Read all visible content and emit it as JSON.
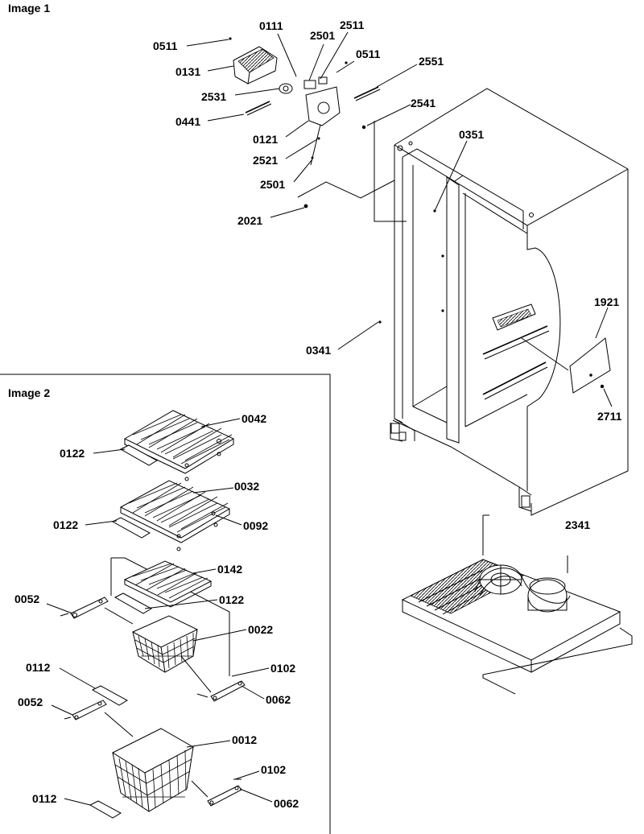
{
  "panels": [
    {
      "id": "image-1",
      "title": "Image 1"
    },
    {
      "id": "image-2",
      "title": "Image 2"
    }
  ],
  "callouts_image1": [
    {
      "id": "c-0511a",
      "text": "0511"
    },
    {
      "id": "c-0111",
      "text": "0111"
    },
    {
      "id": "c-2501a",
      "text": "2501"
    },
    {
      "id": "c-2511",
      "text": "2511"
    },
    {
      "id": "c-0511b",
      "text": "0511"
    },
    {
      "id": "c-2551",
      "text": "2551"
    },
    {
      "id": "c-0131",
      "text": "0131"
    },
    {
      "id": "c-2531",
      "text": "2531"
    },
    {
      "id": "c-2541",
      "text": "2541"
    },
    {
      "id": "c-0441",
      "text": "0441"
    },
    {
      "id": "c-0121",
      "text": "0121"
    },
    {
      "id": "c-0351",
      "text": "0351"
    },
    {
      "id": "c-2521",
      "text": "2521"
    },
    {
      "id": "c-2501b",
      "text": "2501"
    },
    {
      "id": "c-2021",
      "text": "2021"
    },
    {
      "id": "c-0341",
      "text": "0341"
    },
    {
      "id": "c-1921",
      "text": "1921"
    },
    {
      "id": "c-2711",
      "text": "2711"
    },
    {
      "id": "c-2341",
      "text": "2341"
    }
  ],
  "callouts_image2": [
    {
      "id": "c-0042",
      "text": "0042"
    },
    {
      "id": "c-0122a",
      "text": "0122"
    },
    {
      "id": "c-0032",
      "text": "0032"
    },
    {
      "id": "c-0122b",
      "text": "0122"
    },
    {
      "id": "c-0092",
      "text": "0092"
    },
    {
      "id": "c-0142",
      "text": "0142"
    },
    {
      "id": "c-0052a",
      "text": "0052"
    },
    {
      "id": "c-0122c",
      "text": "0122"
    },
    {
      "id": "c-0022",
      "text": "0022"
    },
    {
      "id": "c-0112a",
      "text": "0112"
    },
    {
      "id": "c-0102a",
      "text": "0102"
    },
    {
      "id": "c-0062a",
      "text": "0062"
    },
    {
      "id": "c-0052b",
      "text": "0052"
    },
    {
      "id": "c-0012",
      "text": "0012"
    },
    {
      "id": "c-0112b",
      "text": "0112"
    },
    {
      "id": "c-0102b",
      "text": "0102"
    },
    {
      "id": "c-0062b",
      "text": "0062"
    }
  ]
}
